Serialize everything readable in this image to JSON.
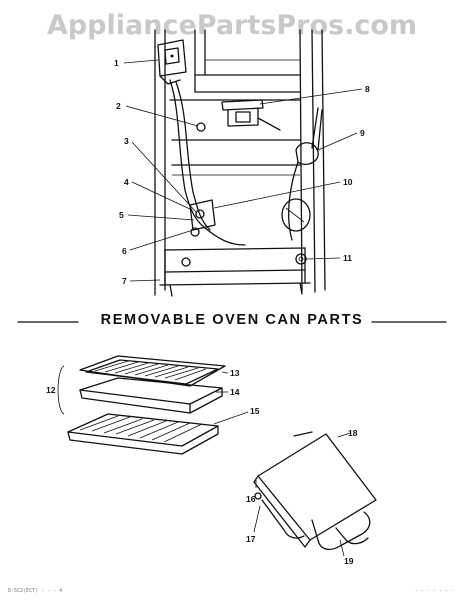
{
  "watermark": "AppliancePartsPros.com",
  "section_title": "REMOVABLE OVEN CAN PARTS",
  "callouts": [
    "1",
    "2",
    "3",
    "4",
    "5",
    "6",
    "7",
    "8",
    "9",
    "10",
    "11",
    "12",
    "13",
    "14",
    "15",
    "16",
    "17",
    "18",
    "19"
  ],
  "footer": {
    "left": "D-5C2(ECT) - - - 4",
    "right": "- - - - - - -"
  }
}
